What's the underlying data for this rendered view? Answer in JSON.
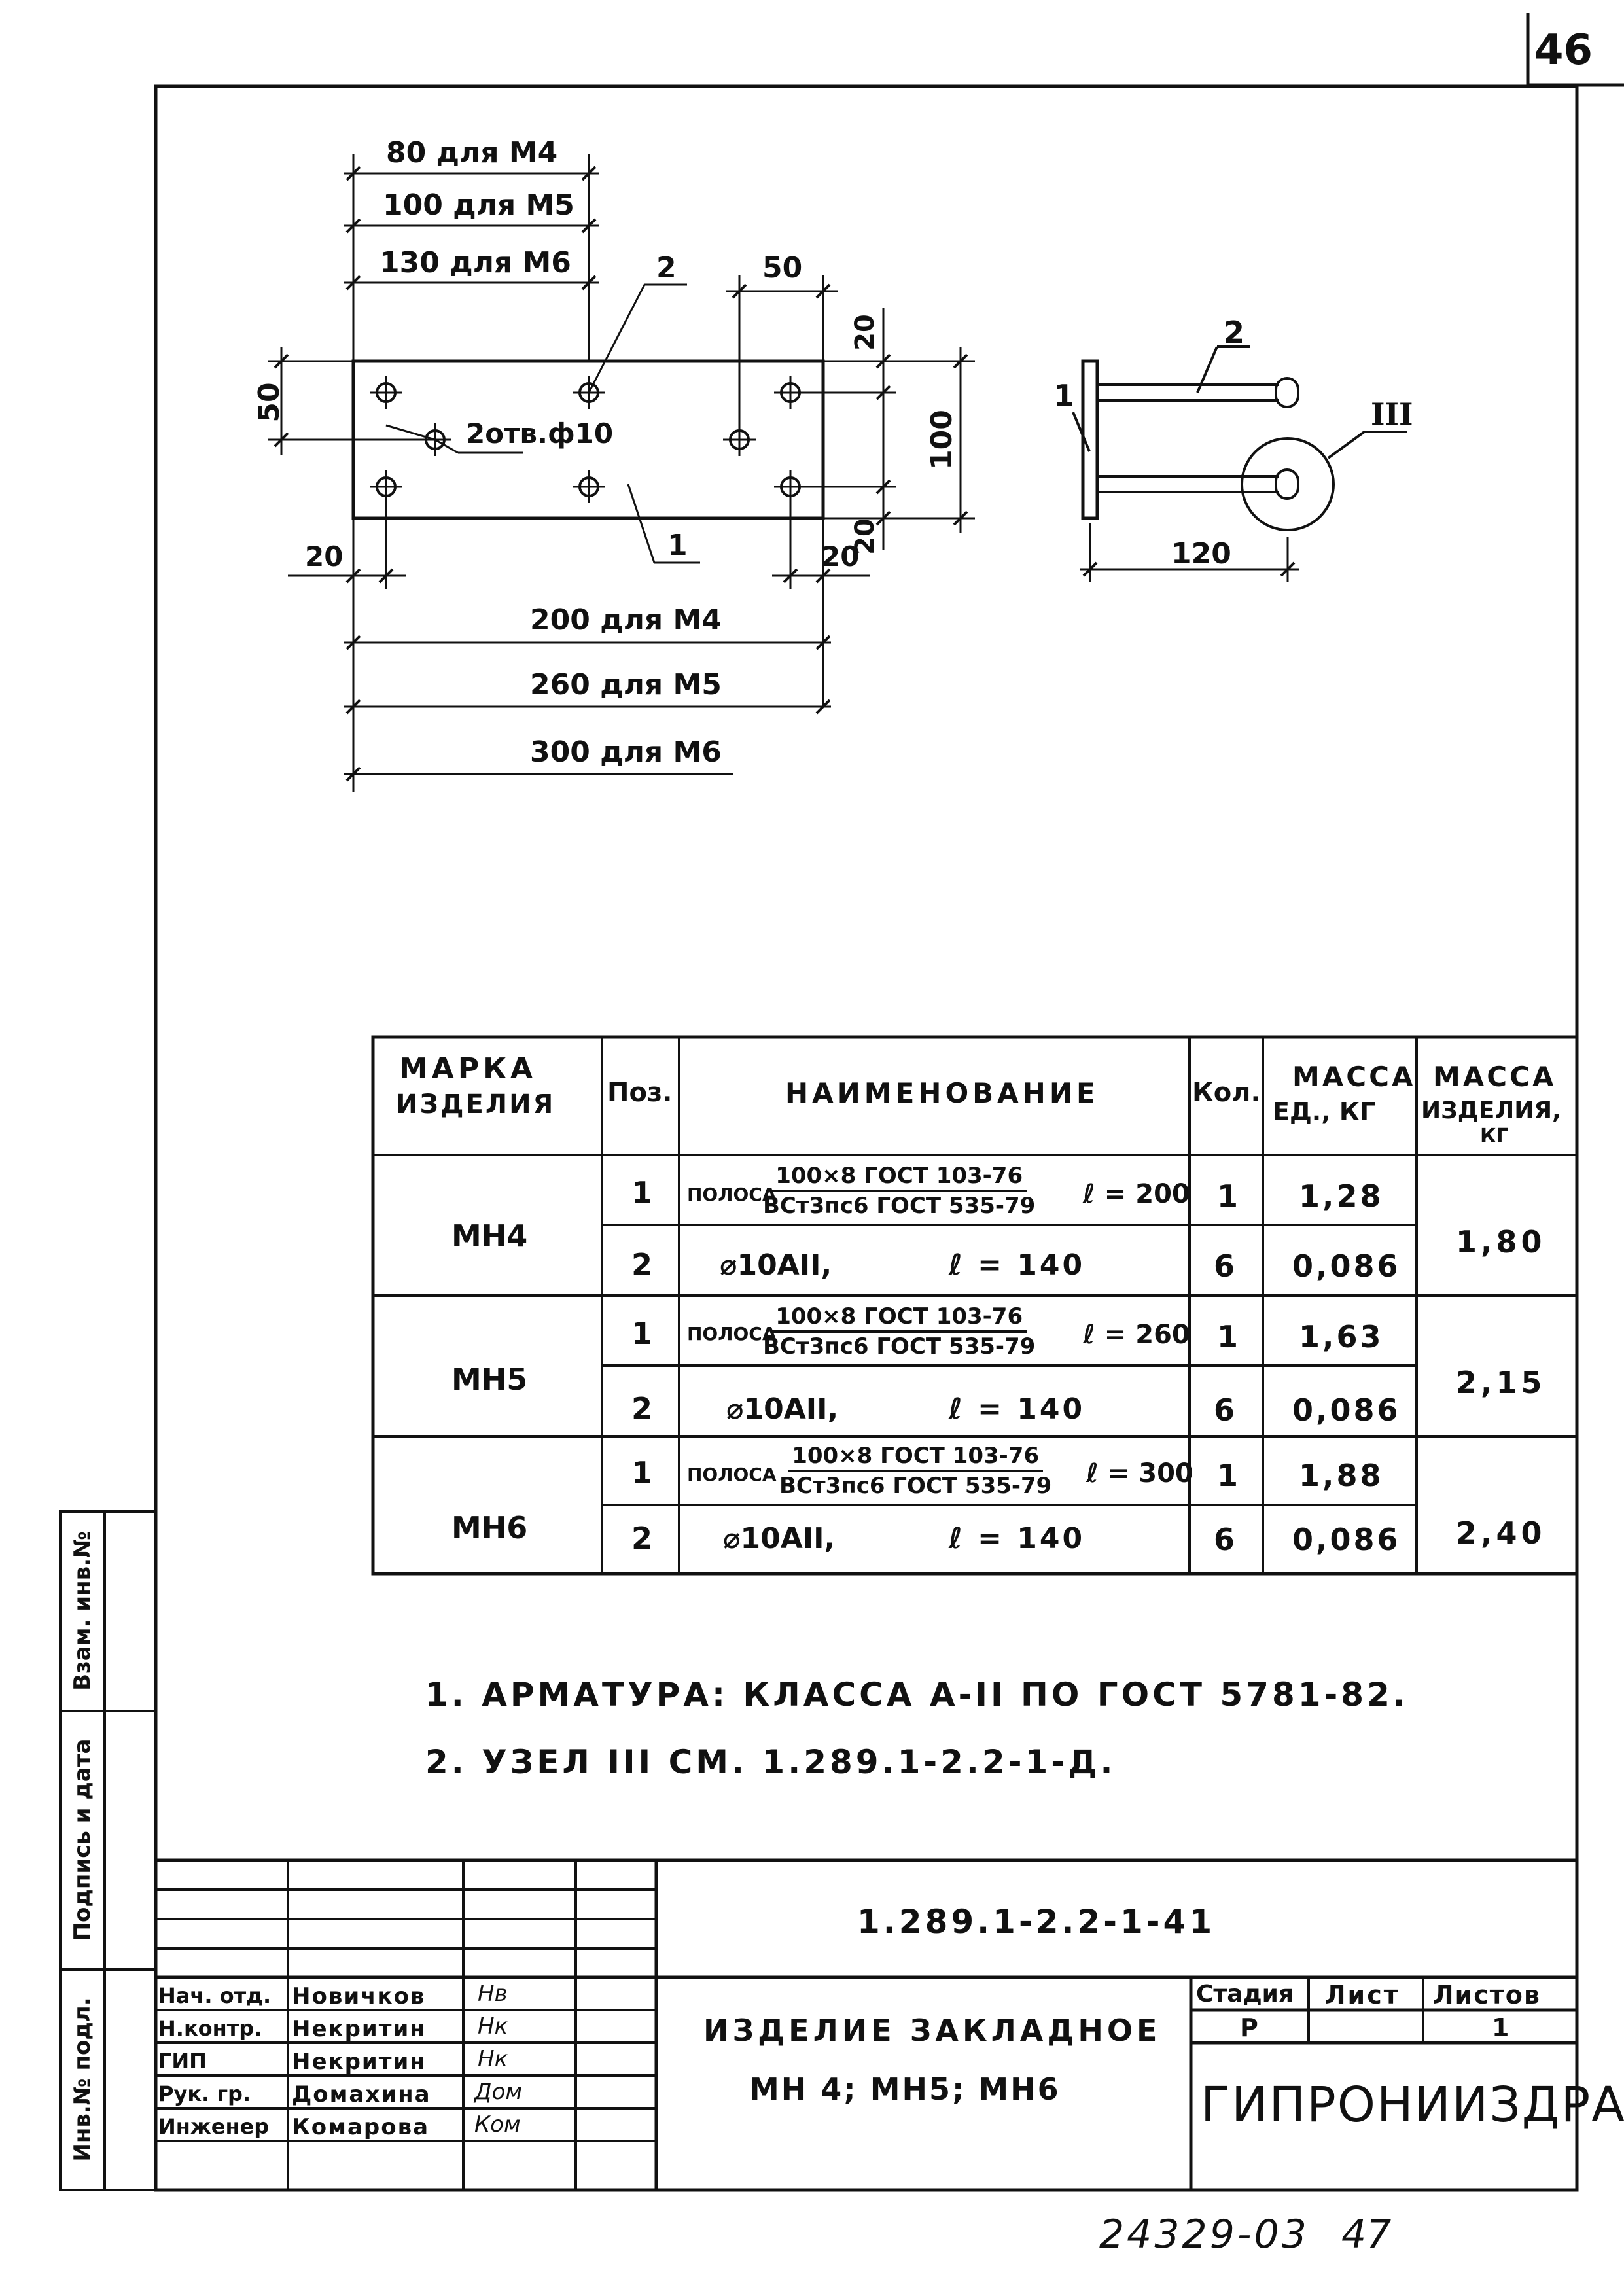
{
  "sheet_corner_number": "46",
  "bottom_stamp": {
    "left": "24329-03",
    "right": "47"
  },
  "drawing": {
    "dims_top": [
      "80 для М4",
      "100 для М5",
      "130 для М6"
    ],
    "dim_50_top": "50",
    "dim_50_left": "50",
    "dim_20_top": "20",
    "dim_20_left": "20",
    "dim_20_right": "20",
    "dim_20_bottom_right": "20",
    "dim_100": "100",
    "holes_label": "2отв.ф10",
    "pos_1": "1",
    "pos_2": "2",
    "dims_bottom": [
      "200 для М4",
      "260 для М5",
      "300 для М6"
    ],
    "side_pos_1": "1",
    "side_pos_2": "2",
    "side_node": "III",
    "side_dim_120": "120"
  },
  "table": {
    "headers": {
      "mark": [
        "МАРКА",
        "ИЗДЕЛИЯ"
      ],
      "pos": "Поз.",
      "name": "НАИМЕНОВАНИЕ",
      "qty": "Кол.",
      "mass_unit": [
        "МАССА",
        "ЕД., КГ"
      ],
      "mass_item": [
        "МАССА",
        "ИЗДЕЛИЯ,",
        "КГ"
      ]
    },
    "groups": [
      {
        "mark": "МН4",
        "total": "1,80",
        "rows": [
          {
            "pos": "1",
            "prefix": "ПОЛОСА",
            "num": "100×8 ГОСТ 103-76",
            "den": "ВСт3пс6 ГОСТ 535-79",
            "length": "ℓ = 200",
            "qty": "1",
            "mass": "1,28"
          },
          {
            "pos": "2",
            "prefix": "",
            "name": "⌀10АII,",
            "length": "ℓ = 140",
            "qty": "6",
            "mass": "0,086"
          }
        ]
      },
      {
        "mark": "МН5",
        "total": "2,15",
        "rows": [
          {
            "pos": "1",
            "prefix": "ПОЛОСА",
            "num": "100×8 ГОСТ 103-76",
            "den": "ВСт3пс6 ГОСТ 535-79",
            "length": "ℓ = 260",
            "qty": "1",
            "mass": "1,63"
          },
          {
            "pos": "2",
            "prefix": "",
            "name": "⌀10АII,",
            "length": "ℓ = 140",
            "qty": "6",
            "mass": "0,086"
          }
        ]
      },
      {
        "mark": "МН6",
        "total": "2,40",
        "rows": [
          {
            "pos": "1",
            "prefix": "ПОЛОСА",
            "num": "100×8 ГОСТ 103-76",
            "den": "ВСт3пс6 ГОСТ 535-79",
            "length": "ℓ = 300",
            "qty": "1",
            "mass": "1,88"
          },
          {
            "pos": "2",
            "prefix": "",
            "name": "⌀10АII,",
            "length": "ℓ = 140",
            "qty": "6",
            "mass": "0,086"
          }
        ]
      }
    ]
  },
  "notes": [
    "1. АРМАТУРА: КЛАССА А-II ПО ГОСТ 5781-82.",
    "2. УЗЕЛ III  СМ. 1.289.1-2.2-1-Д."
  ],
  "side_strip": {
    "inv_zam": "Взам. инв.№",
    "sign_date": "Подпись и дата",
    "inv_podl": "Инв.№ подл."
  },
  "title_block": {
    "code": "1.289.1-2.2-1-41",
    "title_line1": "ИЗДЕЛИЕ  ЗАКЛАДНОЕ",
    "title_line2": "МН 4; МН5; МН6",
    "stage_header": "Стадия",
    "sheet_header": "Лист",
    "sheets_header": "Листов",
    "stage_value": "Р",
    "sheet_value": "",
    "sheets_value": "1",
    "org": "ГИПРОНИИЗДРАВ",
    "staff": [
      {
        "role": "Нач. отд.",
        "name": "Новичков",
        "sign": "Нв"
      },
      {
        "role": "Н.контр.",
        "name": "Некритин",
        "sign": "Нк"
      },
      {
        "role": "ГИП",
        "name": "Некритин",
        "sign": "Нк"
      },
      {
        "role": "Рук. гр.",
        "name": "Домахина",
        "sign": "Дом"
      },
      {
        "role": "Инженер",
        "name": "Комарова",
        "sign": "Ком"
      }
    ]
  }
}
